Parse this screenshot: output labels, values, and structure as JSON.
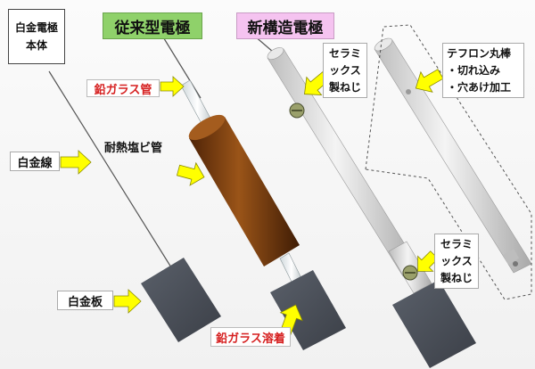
{
  "headers": {
    "body_label": "白金電極\n本体",
    "conventional": "従来型電極",
    "new_structure": "新構造電極"
  },
  "labels": {
    "lead_glass_tube": "鉛ガラス管",
    "pvc_tube": "耐熱塩ビ管",
    "platinum_wire": "白金線",
    "platinum_plate": "白金板",
    "lead_glass_weld": "鉛ガラス溶着",
    "ceramic_screw_top": "セラミ\nックス\n製ねじ",
    "ceramic_screw_bottom": "セラミ\nックス\n製ねじ",
    "teflon_rod": "テフロン丸棒\n・切れ込み\n・穴あけ加工"
  },
  "colors": {
    "conventional_header_bg": "#8fd16a",
    "new_header_bg": "#f5c3f0",
    "red_label": "#d62020",
    "arrow_fill": "#ffff00",
    "arrow_stroke": "#8a8a00",
    "pvc_brown": "#7a3d12",
    "plate_gray": "#4a4f58",
    "rod_gray": "#d8d8d8"
  }
}
